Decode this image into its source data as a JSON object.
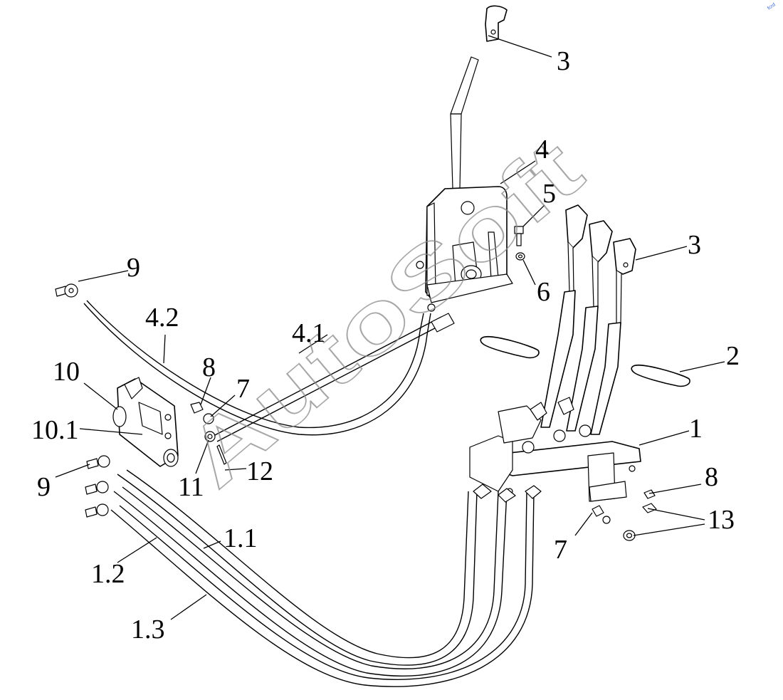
{
  "labels": {
    "l3_top": "3",
    "l4": "4",
    "l5": "5",
    "l3_right": "3",
    "l6": "6",
    "l9_top": "9",
    "l4_2": "4.2",
    "l4_1": "4.1",
    "l2": "2",
    "l8_left": "8",
    "l10": "10",
    "l7_left": "7",
    "l1": "1",
    "l10_1": "10.1",
    "l12": "12",
    "l11": "11",
    "l9_bottom": "9",
    "l8_right": "8",
    "l13": "13",
    "l1_1": "1.1",
    "l7_right": "7",
    "l1_2": "1.2",
    "l1_3": "1.3"
  },
  "watermark": "AutoSoft",
  "corner_mark": "fcrd"
}
